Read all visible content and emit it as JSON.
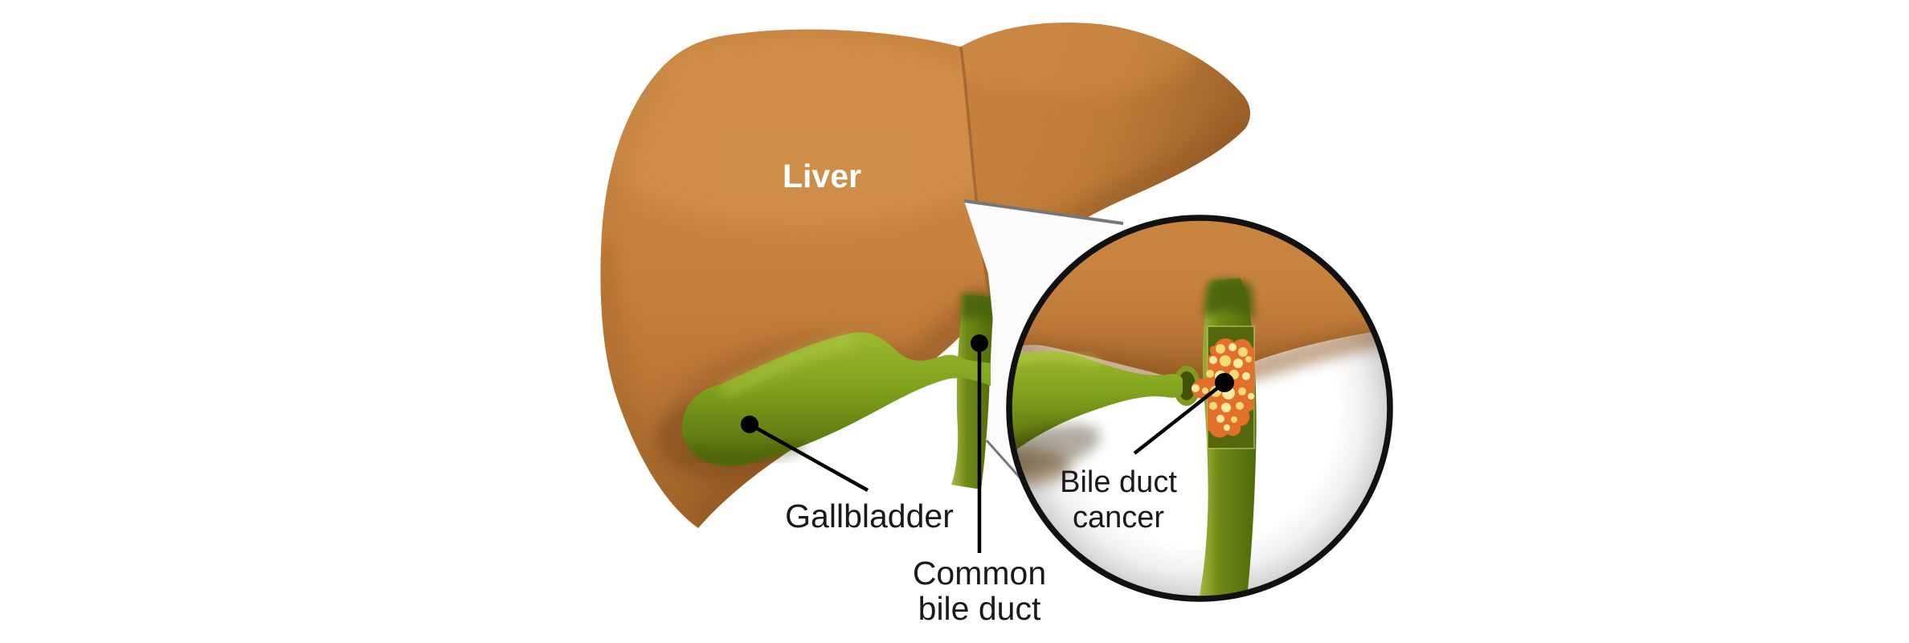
{
  "title": "Bile duct cancer anatomy illustration",
  "labels": {
    "liver": "Liver",
    "gallbladder": "Gallbladder",
    "common_bile_duct": [
      "Common",
      "bile duct"
    ],
    "bile_duct_cancer": [
      "Bile duct",
      "cancer"
    ]
  },
  "colors": {
    "background": "#FFFFFF",
    "liver": "#C8823F",
    "liver_highlight": "#D79A55",
    "liver_shadow": "#8F5723",
    "liver_edge_dark": "#9A6028",
    "liver_seam": "#9A6130",
    "gallbladder": "#7FA11C",
    "gallbladder_light": "#9DB92F",
    "gallbladder_dark": "#50690C",
    "bile_duct": "#6F8A16",
    "bile_duct_light": "#A8BC45",
    "bile_duct_dark": "#4A640C",
    "cutaway_panel": "#55670D",
    "tumor": "#E2702B",
    "tumor_spot": "#F7DA77",
    "tumor_spot_light": "#FAE9A0",
    "duct_opening": "#86991F",
    "duct_opening_inner": "#3E5306",
    "outline": "#111111",
    "cone_line": "#777777",
    "leader_line": "#000000",
    "label_text": "#1A1A1A",
    "liver_label_text": "#FFFFFF"
  }
}
